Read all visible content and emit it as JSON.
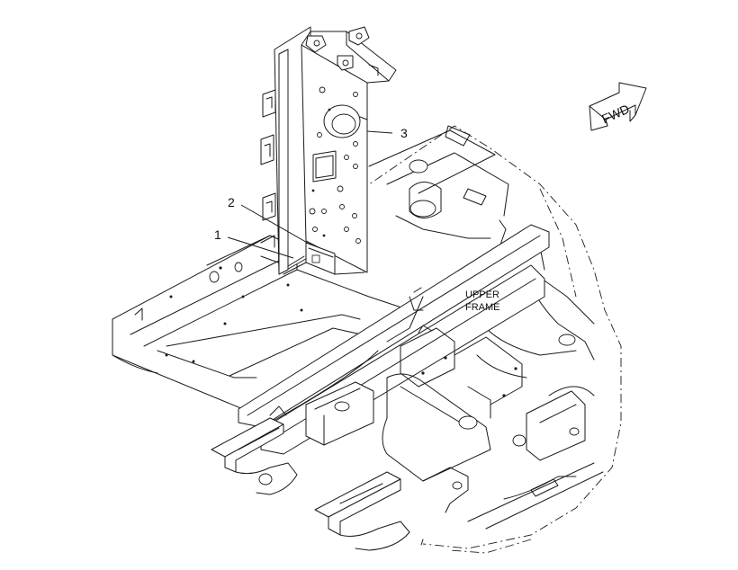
{
  "callouts": [
    {
      "id": "1",
      "label": "1"
    },
    {
      "id": "2",
      "label": "2"
    },
    {
      "id": "3",
      "label": "3"
    }
  ],
  "frame_label": {
    "line1": "UPPER",
    "line2": "FRAME"
  },
  "direction_arrow": {
    "text": "FWD",
    "icon": "forward-arrow-icon"
  }
}
